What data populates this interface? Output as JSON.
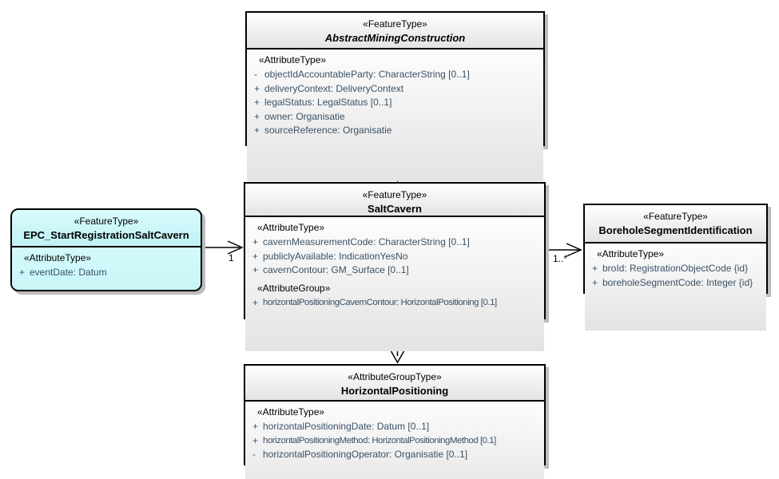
{
  "colors": {
    "canvas": "#ffffff",
    "box_border": "#000000",
    "box_fill_top": "#fdfdfd",
    "box_fill_bottom": "#e3e3e3",
    "epc_fill_top": "#d9fbfc",
    "epc_fill_bottom": "#bff2f6",
    "shadow": "#bdbdbd",
    "attribute_text": "#3a5166",
    "generalization_triangle_fill": "#f2ddb3",
    "connector_line": "#000000"
  },
  "classes": {
    "amc": {
      "stereotype": "«FeatureType»",
      "name": "AbstractMiningConstruction",
      "attr_header": "«AttributeType»",
      "attrs": [
        {
          "vis": "-",
          "text": "objectIdAccountableParty: CharacterString [0..1]"
        },
        {
          "vis": "+",
          "text": "deliveryContext: DeliveryContext"
        },
        {
          "vis": "+",
          "text": "legalStatus: LegalStatus [0..1]"
        },
        {
          "vis": "+",
          "text": "owner: Organisatie"
        },
        {
          "vis": "+",
          "text": "sourceReference: Organisatie"
        }
      ]
    },
    "salt": {
      "stereotype": "«FeatureType»",
      "name": "SaltCavern",
      "attr_header": "«AttributeType»",
      "attrs": [
        {
          "vis": "+",
          "text": "cavernMeasurementCode: CharacterString [0..1]"
        },
        {
          "vis": "+",
          "text": "publiclyAvailable: IndicationYesNo"
        },
        {
          "vis": "+",
          "text": "cavernContour: GM_Surface [0..1]"
        }
      ],
      "group_header": "«AttributeGroup»",
      "group_attrs": [
        {
          "vis": "+",
          "text": "horizontalPositioningCavernContour: HorizontalPositioning [0.1]"
        }
      ]
    },
    "epc": {
      "stereotype": "«FeatureType»",
      "name": "EPC_StartRegistrationSaltCavern",
      "attr_header": "«AttributeType»",
      "attrs": [
        {
          "vis": "+",
          "text": "eventDate: Datum"
        }
      ]
    },
    "bsi": {
      "stereotype": "«FeatureType»",
      "name": "BoreholeSegmentIdentification",
      "attr_header": "«AttributeType»",
      "attrs": [
        {
          "vis": "+",
          "text": "broId: RegistrationObjectCode {id}"
        },
        {
          "vis": "+",
          "text": "boreholeSegmentCode: Integer {id}"
        }
      ]
    },
    "hp": {
      "stereotype": "«AttributeGroupType»",
      "name": "HorizontalPositioning",
      "attr_header": "«AttributeType»",
      "attrs": [
        {
          "vis": "+",
          "text": "horizontalPositioningDate: Datum [0..1]"
        },
        {
          "vis": "+",
          "text": "horizontalPositioningMethod: HorizontalPositioningMethod [0.1]"
        },
        {
          "vis": "-",
          "text": "horizontalPositioningOperator: Organisatie [0..1]"
        }
      ]
    }
  },
  "connectors": {
    "assoc_left_multiplicity": "1",
    "assoc_right_multiplicity": "1..*"
  }
}
